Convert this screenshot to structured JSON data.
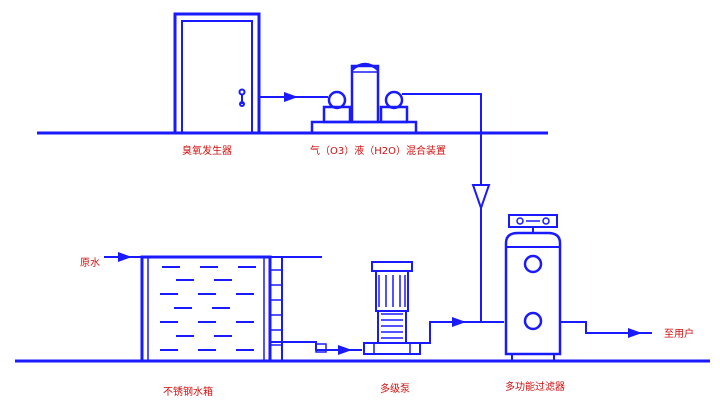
{
  "labels": {
    "ozone_generator": "臭氧发生器",
    "mixing_device": "气（O3）液（H2O）混合装置",
    "raw_water": "原水",
    "stainless_tank": "不锈钢水箱",
    "multistage_pump": "多级泵",
    "multimedia_filter": "多功能过滤器",
    "to_user": "至用户"
  },
  "colors": {
    "line": "#1a1aff",
    "label_text": "#d01010",
    "background": "#ffffff"
  }
}
